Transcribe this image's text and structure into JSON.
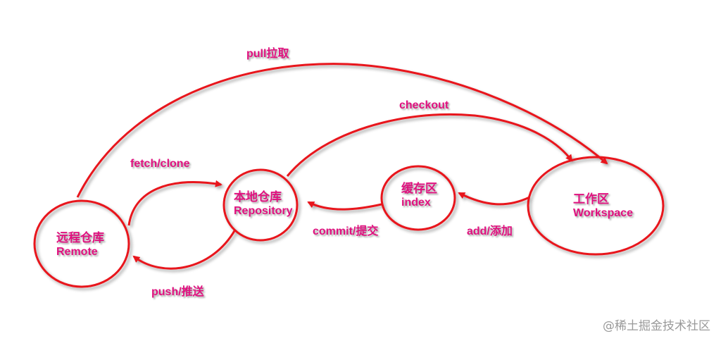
{
  "nodes": {
    "remote": {
      "zh": "远程仓库",
      "en": "Remote"
    },
    "repository": {
      "zh": "本地仓库",
      "en": "Repository"
    },
    "index": {
      "zh": "缓存区",
      "en": "index"
    },
    "workspace": {
      "zh": "工作区",
      "en": "Workspace"
    }
  },
  "edges": {
    "pull": "pull拉取",
    "checkout": "checkout",
    "fetch_clone": "fetch/clone",
    "push": "push/推送",
    "commit": "commit/提交",
    "add": "add/添加"
  },
  "watermark": "@稀土掘金技术社区",
  "colors": {
    "stroke": "#e8121c",
    "label": "#e0117f"
  }
}
